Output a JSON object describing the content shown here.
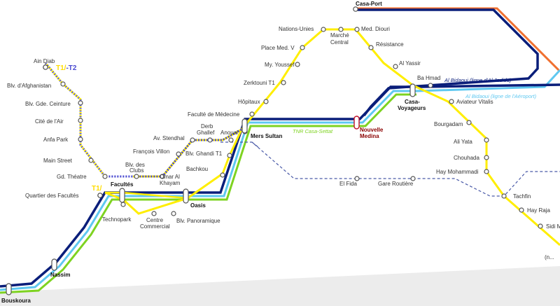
{
  "colors": {
    "tram_t1": "#ffee00",
    "tram_t2": "#4a4ad0",
    "tram_t2_dots": "#ffee00",
    "rail_jadida": "#0a1e7a",
    "rail_airport": "#5fc8f0",
    "rail_tnr": "#7ed321",
    "rail_future": "#4a5aa8",
    "rail_orange": "#f07030",
    "station_red": "#c0102a",
    "ground": "#e8e8e8"
  },
  "line_labels": {
    "jadida": "Al Bidaoui (ligne d'Al Jadida)",
    "airport": "Al Bidaoui (ligne de l'Aéroport)",
    "tnr": "TNR Casa-Settat"
  },
  "tram_labels": {
    "t1t2_a": "T1",
    "t1t2_sep": "/",
    "t1t2_b": "-T2",
    "t1": "T1",
    "t1_suffix": "/"
  },
  "stations": {
    "casa_port": "Casa-Port",
    "nations_unies": "Nations-Unies",
    "marche_central_1": "Marché",
    "marche_central_2": "Central",
    "med_diouri": "Med. Diouri",
    "place_med_v": "Place Med. V",
    "resistance": "Résistance",
    "my_youssef": "My. Youssef",
    "al_yassir": "Al Yassir",
    "zerktouni": "Zerktouni T1",
    "ba_hmad": "Ba Hmad",
    "hopitaux": "Hôpitaux",
    "casa_voyageurs_1": "Casa-",
    "casa_voyageurs_2": "Voyageurs",
    "avia_vitalis": "Aviateur Vitalis",
    "faculte_medecine": "Faculté de Médecine",
    "derb_ghallef_1": "Derb",
    "derb_ghallef_2": "Ghallef",
    "anoual": "Anoual",
    "av_stendhal": "Av. Stendhal",
    "mers_sultan": "Mers Sultan",
    "nouvelle_medina_1": "Nouvelle",
    "nouvelle_medina_2": "Medina",
    "bourgadam": "Bourgadam",
    "ali_yata": "Ali Yata",
    "francois_villon": "François Villon",
    "blvd_ghandi": "Blv. Ghandi T1",
    "chouhada": "Chouhada",
    "ain_diab": "Ain Diab",
    "blv_afghanistan": "Blv. d'Afghanistan",
    "blv_gde_ceinture": "Blv. Gde. Ceinture",
    "cite_air": "Cité de l'Air",
    "anfa_park": "Anfa Park",
    "main_street": "Main Street",
    "gd_theatre": "Gd. Théatre",
    "blv_clubs_1": "Blv. des",
    "blv_clubs_2": "Clubs",
    "omar_khayam_1": "Omar Al",
    "omar_khayam_2": "Khayam",
    "bachkou": "Bachkou",
    "hay_mohammadi": "Hay Mohammadi",
    "el_fida": "El Fida",
    "gare_routiere": "Gare Routière",
    "tachfin": "Tachfin",
    "hay_raja": "Hay Raja",
    "sidi_m": "Sidi M",
    "quartier_facultes": "Quartier des Facultés",
    "facultes": "Facultés",
    "oasis": "Oasis",
    "technopark": "Technopark",
    "centre_commercial_1": "Centre",
    "centre_commercial_2": "Commercial",
    "blv_panoramique": "Blv. Panoramique",
    "nassim": "Nassim",
    "bouskoura": "Bouskoura",
    "cut_label": "(n..."
  }
}
